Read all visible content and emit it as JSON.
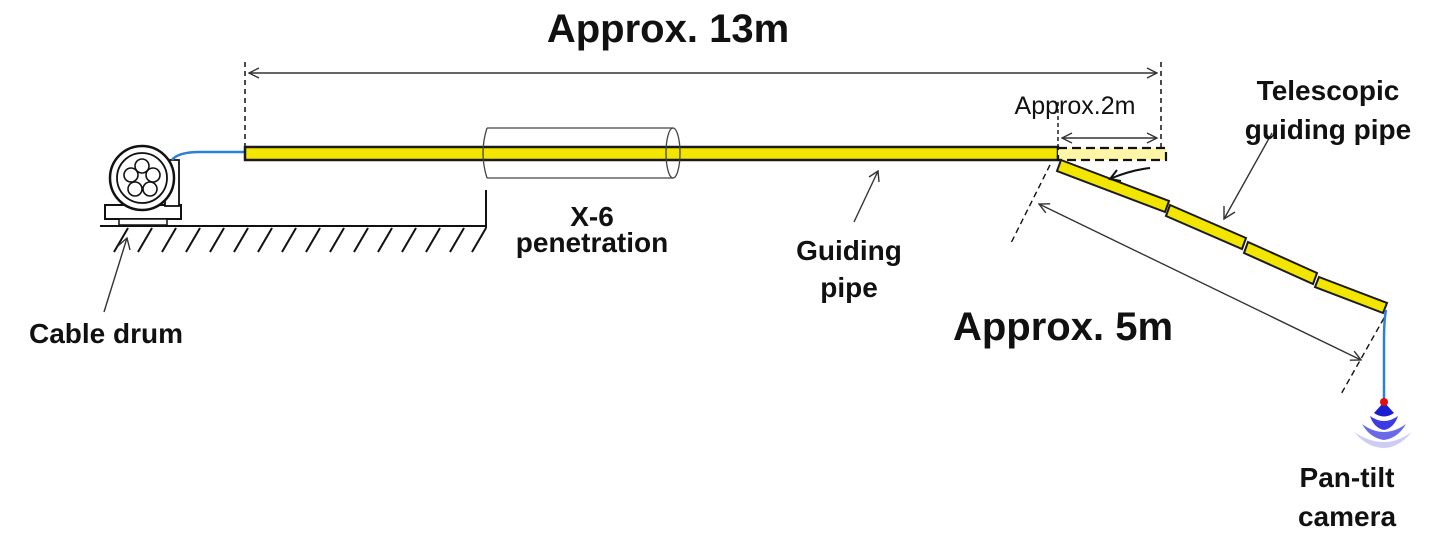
{
  "labels": {
    "length_total": "Approx. 13m",
    "length_telescopic": "Approx.2m",
    "length_incline": "Approx. 5m",
    "telescopic_line1": "Telescopic",
    "telescopic_line2": "guiding pipe",
    "penetration_line1": "X-6",
    "penetration_line2": "penetration",
    "guiding_line1": "Guiding",
    "guiding_line2": "pipe",
    "cable_drum": "Cable drum",
    "camera_line1": "Pan-tilt",
    "camera_line2": "camera"
  },
  "colors": {
    "pipe_fill": "#f2e500",
    "pipe_stroke": "#1a1a1a",
    "cable": "#2f7fd6",
    "camera_body": "#1c1cd0",
    "camera_glow": "#6a6ae8",
    "camera_tip": "#e01010"
  },
  "icons": {
    "cable_drum": "cable-drum-icon",
    "camera": "pan-tilt-camera-icon",
    "ground": "ground-hatch-icon"
  }
}
